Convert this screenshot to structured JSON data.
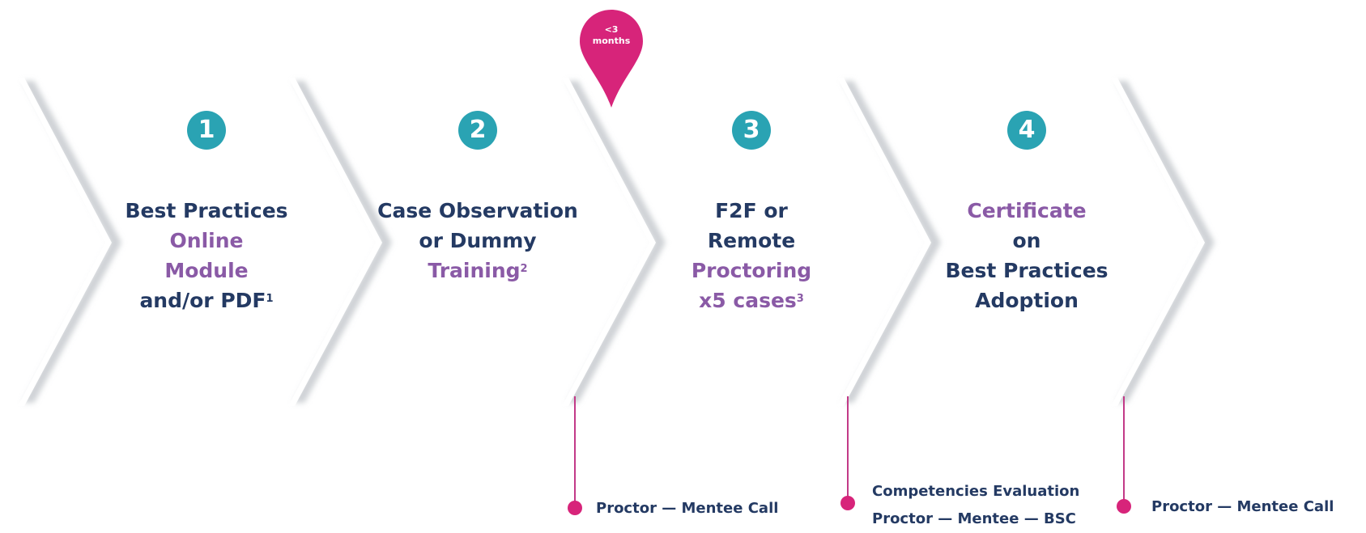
{
  "steps": [
    {
      "number": "1",
      "lines": [
        {
          "parts": [
            {
              "text": "Best Practices",
              "tone": "navy"
            }
          ]
        },
        {
          "parts": [
            {
              "text": "Online",
              "tone": "purple"
            }
          ]
        },
        {
          "parts": [
            {
              "text": "Module",
              "tone": "purple"
            }
          ]
        },
        {
          "parts": [
            {
              "text": "and/or PDF",
              "tone": "navy"
            },
            {
              "text": "1",
              "tone": "navy",
              "sup": true
            }
          ]
        }
      ]
    },
    {
      "number": "2",
      "lines": [
        {
          "parts": [
            {
              "text": "Case Observation",
              "tone": "navy"
            }
          ]
        },
        {
          "parts": [
            {
              "text": "or Dummy",
              "tone": "navy"
            }
          ]
        },
        {
          "parts": [
            {
              "text": "Training",
              "tone": "purple"
            },
            {
              "text": "2",
              "tone": "purple",
              "sup": true
            }
          ]
        }
      ]
    },
    {
      "number": "3",
      "lines": [
        {
          "parts": [
            {
              "text": "F2F or",
              "tone": "navy"
            }
          ]
        },
        {
          "parts": [
            {
              "text": "Remote",
              "tone": "navy"
            }
          ]
        },
        {
          "parts": [
            {
              "text": "Proctoring",
              "tone": "purple"
            }
          ]
        },
        {
          "parts": [
            {
              "text": "x5 cases",
              "tone": "purple"
            },
            {
              "text": "3",
              "tone": "purple",
              "sup": true
            }
          ]
        }
      ]
    },
    {
      "number": "4",
      "lines": [
        {
          "parts": [
            {
              "text": "Certificate",
              "tone": "purple"
            }
          ]
        },
        {
          "parts": [
            {
              "text": "on",
              "tone": "navy"
            }
          ]
        },
        {
          "parts": [
            {
              "text": "Best Practices",
              "tone": "navy"
            }
          ]
        },
        {
          "parts": [
            {
              "text": "Adoption",
              "tone": "navy"
            }
          ]
        }
      ]
    }
  ],
  "marker": {
    "lines": [
      "<3",
      "months"
    ]
  },
  "checkpoints": [
    {
      "lines": [
        "Proctor — Mentee Call"
      ]
    },
    {
      "lines": [
        "Competencies Evaluation",
        "Proctor — Mentee — BSC"
      ]
    },
    {
      "lines": [
        "Proctor — Mentee Call"
      ]
    }
  ],
  "colors": {
    "teal": "#2aa3b3",
    "navy": "#243a63",
    "purple": "#8a5aa6",
    "magenta": "#d7247a"
  }
}
